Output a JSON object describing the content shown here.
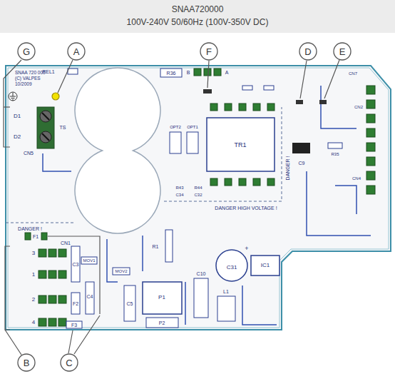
{
  "diagram": {
    "title": "SNAA720000",
    "nodes": [
      {
        "text": [
          "G"
        ]
      },
      {
        "text": [
          "A"
        ]
      },
      {
        "text": [
          "F"
        ]
      },
      {
        "text": [
          "D"
        ]
      },
      {
        "text": [
          "E"
        ]
      },
      {
        "text": [
          "B"
        ]
      },
      {
        "text": [
          "C"
        ]
      }
    ],
    "labels": [
      "100V-240V 50/60Hz (100V-350V DC)",
      "SNAA 720 000",
      "(C) VALPES",
      "10/2009",
      "REL1",
      "R36",
      "D1",
      "D2",
      "TS",
      "CN5",
      "DANGER !",
      "F1",
      "CN1",
      "3",
      "1",
      "2",
      "4",
      "C3",
      "MOV1",
      "F2",
      "C4",
      "F3",
      "MOV2",
      "C5",
      "R1",
      "P1",
      "P2",
      "C10",
      "L1",
      "C31",
      "+",
      "IC1",
      "TR1",
      "OPT2",
      "OPT1",
      "R43",
      "R44",
      "C34",
      "C32",
      "DANGER HIGH VOLTAGE !",
      "DANGER !",
      "C9",
      "R35",
      "CN2",
      "CN4",
      "CN7",
      "B",
      "A"
    ]
  }
}
